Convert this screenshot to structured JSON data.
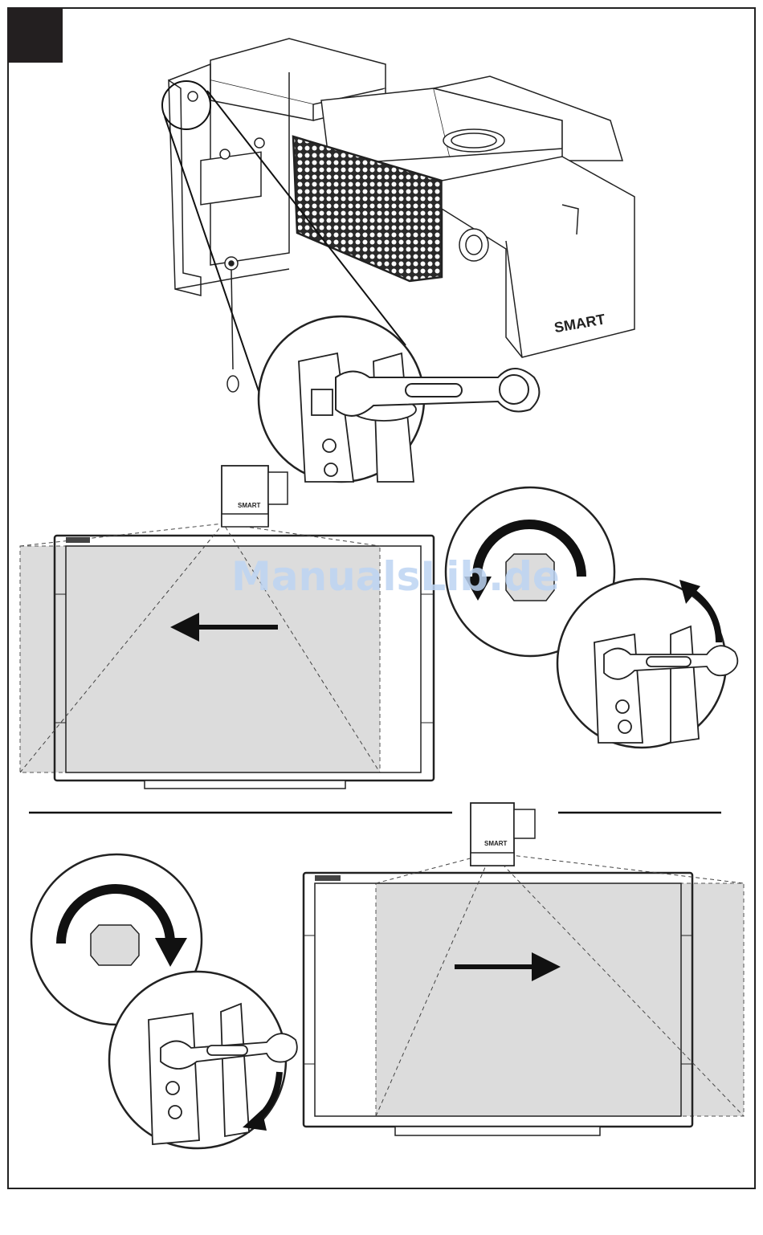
{
  "page": {
    "step_badge_color": "#231f20",
    "accent_gray": "#dcdcdc"
  },
  "projector": {
    "brand": "SMART"
  },
  "watermark": {
    "text": "ManualsLib.de",
    "color": "#bcd3f2"
  },
  "adjust_left": {
    "direction": "counterclockwise",
    "image_shift": "left"
  },
  "adjust_right": {
    "direction": "clockwise",
    "image_shift": "right"
  }
}
